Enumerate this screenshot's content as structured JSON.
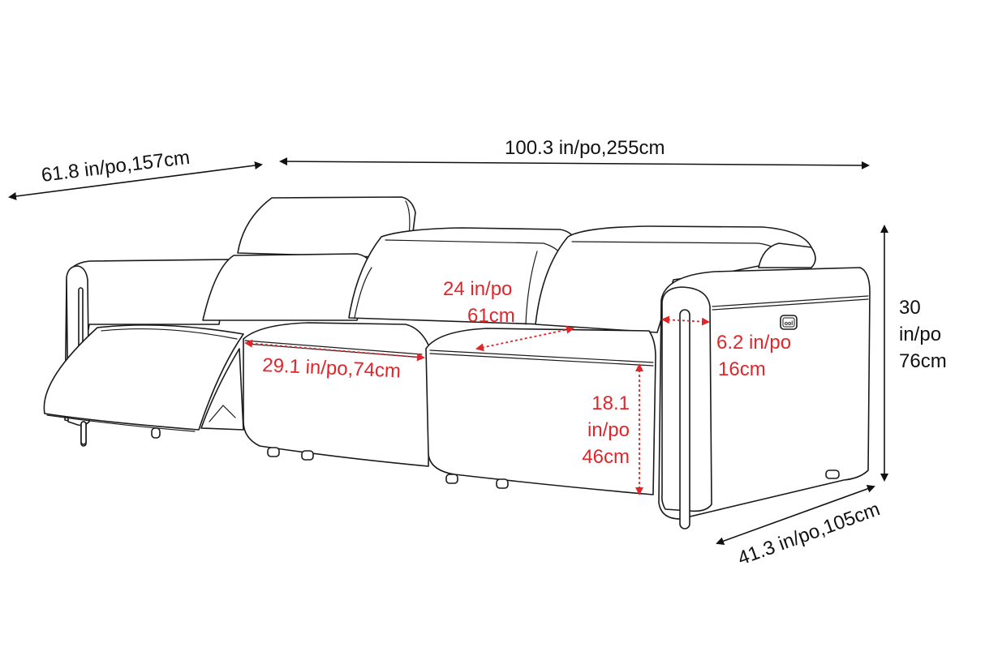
{
  "diagram": {
    "subject": "3-seat power reclining sofa line drawing with dimensions",
    "colors": {
      "outline": "#1a1a1a",
      "overall_dimension": "#111111",
      "detail_dimension": "#e0262b",
      "background": "#ffffff"
    },
    "overall_dimensions": {
      "depth_extended": {
        "text": "61.8 in/po,157cm",
        "inches": 61.8,
        "cm": 157
      },
      "width": {
        "text": "100.3 in/po,255cm",
        "inches": 100.3,
        "cm": 255
      },
      "height": {
        "line1": "30",
        "line2": "in/po",
        "line3": "76cm",
        "inches": 30,
        "cm": 76
      },
      "depth": {
        "text": "41.3 in/po,105cm",
        "inches": 41.3,
        "cm": 105
      }
    },
    "detail_dimensions": {
      "seat_depth": {
        "line1": "24 in/po",
        "line2": "61cm",
        "inches": 24,
        "cm": 61
      },
      "seat_width": {
        "text": "29.1 in/po,74cm",
        "inches": 29.1,
        "cm": 74
      },
      "arm_width": {
        "line1": "6.2 in/po",
        "line2": "16cm",
        "inches": 6.2,
        "cm": 16
      },
      "seat_height": {
        "line1": "18.1",
        "line2": "in/po",
        "line3": "46cm",
        "inches": 18.1,
        "cm": 46
      }
    },
    "control_button": {
      "glyph": "ool",
      "icon": "power-recline-button-icon"
    }
  }
}
